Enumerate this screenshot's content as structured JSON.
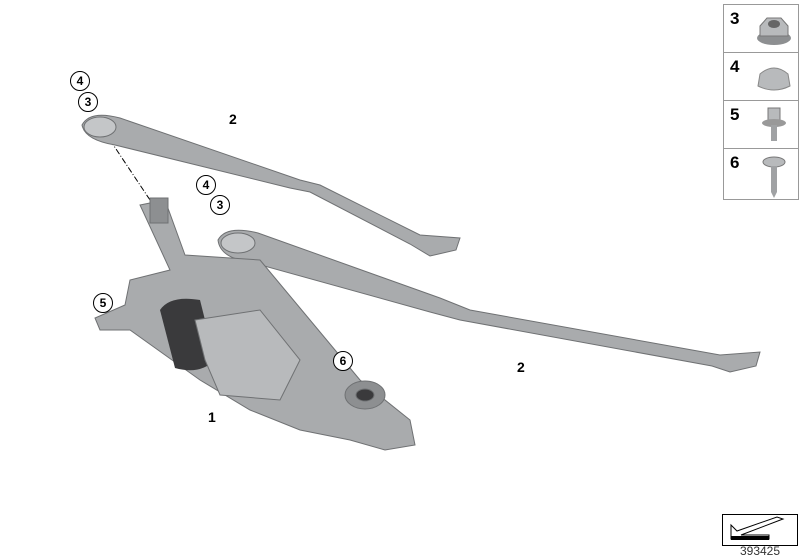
{
  "callouts": {
    "c4a": "4",
    "c3a": "3",
    "c4b": "4",
    "c3b": "3",
    "c5": "5",
    "c6": "6"
  },
  "labels": {
    "arm_upper": "2",
    "arm_lower": "2",
    "linkage": "1"
  },
  "parts_panel": [
    {
      "number": "3",
      "icon": "flange-nut-icon"
    },
    {
      "number": "4",
      "icon": "cap-icon"
    },
    {
      "number": "5",
      "icon": "torx-bolt-icon"
    },
    {
      "number": "6",
      "icon": "screw-icon"
    }
  ],
  "diagram_id": "393425",
  "colors": {
    "part": "#a9abad",
    "part_dark": "#6f7173",
    "motor": "#3a3a3c"
  }
}
